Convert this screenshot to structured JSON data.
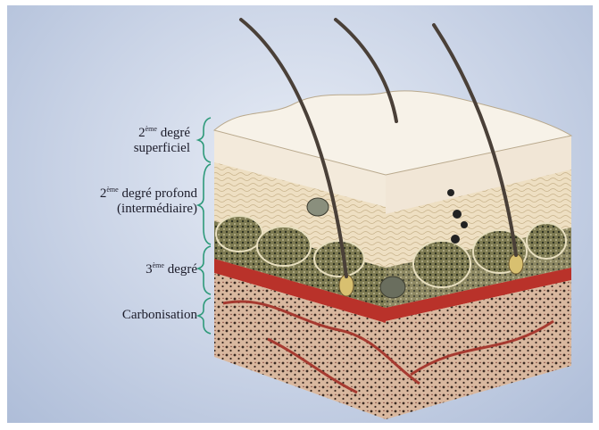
{
  "labels": {
    "superficial": {
      "sup": "ème",
      "line1_tail": " degré",
      "line2": "superficiel",
      "num": "2"
    },
    "deep": {
      "num": "2",
      "sup": "ème",
      "line1_tail": " degré profond",
      "line2": "(intermédiaire)"
    },
    "third": {
      "num": "3",
      "sup": "ème",
      "line1_tail": " degré"
    },
    "carbon": {
      "text": "Carbonisation"
    }
  },
  "colors": {
    "bracket": "#2e9a7a",
    "epidermis": "#f4ecde",
    "dermis_upper": "#efe2c8",
    "dermis_deep": "#c8b890",
    "fat_cells": "#8d8a5c",
    "fascia": "#b9322a",
    "muscle": "#d7b8a4",
    "hair": "#4a4038"
  }
}
